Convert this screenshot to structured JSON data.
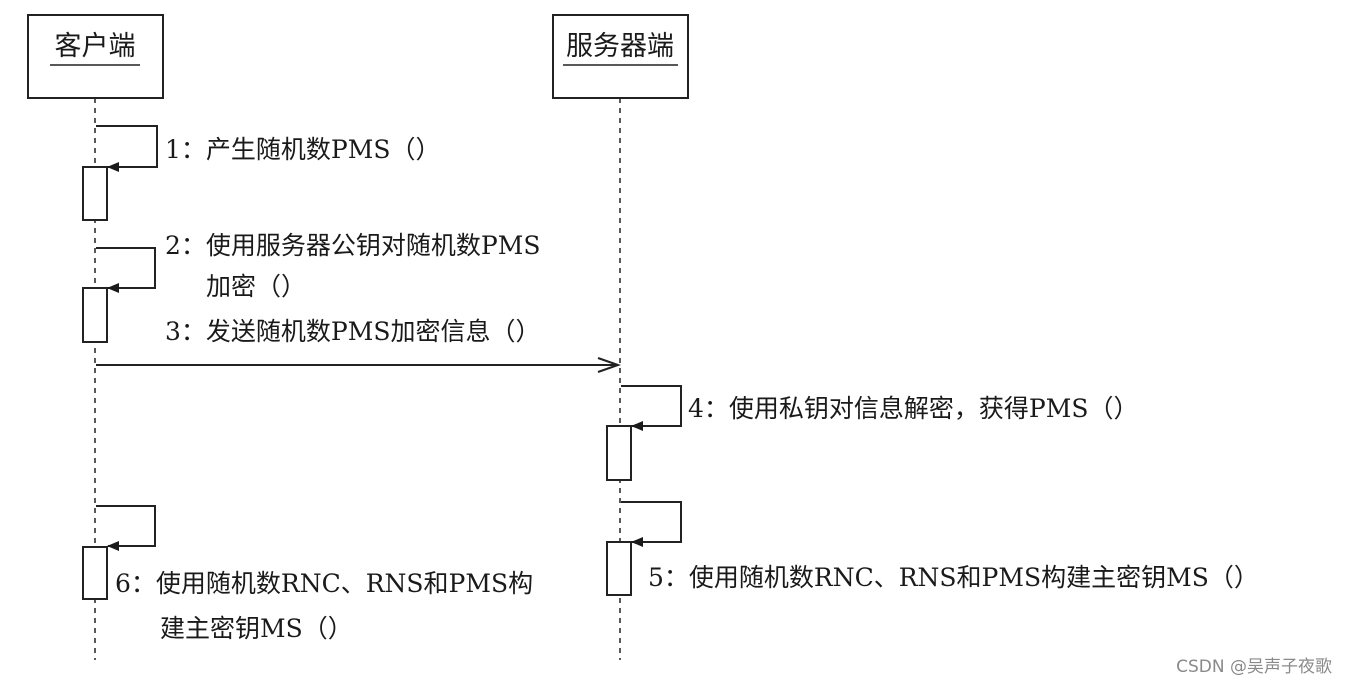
{
  "participants": {
    "client": {
      "label": "客户端"
    },
    "server": {
      "label": "服务器端"
    }
  },
  "messages": [
    {
      "number": "1",
      "lines": [
        "1：产生随机数PMS（）"
      ]
    },
    {
      "number": "2",
      "lines": [
        "2：使用服务器公钥对随机数PMS",
        "加密（）"
      ]
    },
    {
      "number": "3",
      "lines": [
        "3：发送随机数PMS加密信息（）"
      ]
    },
    {
      "number": "4",
      "lines": [
        "4：使用私钥对信息解密，获得PMS（）"
      ]
    },
    {
      "number": "5",
      "lines": [
        "5：使用随机数RNC、RNS和PMS构建主密钥MS（）"
      ]
    },
    {
      "number": "6",
      "lines": [
        "6：使用随机数RNC、RNS和PMS构",
        "建主密钥MS（）"
      ]
    }
  ],
  "watermark": "CSDN @吴声子夜歌"
}
